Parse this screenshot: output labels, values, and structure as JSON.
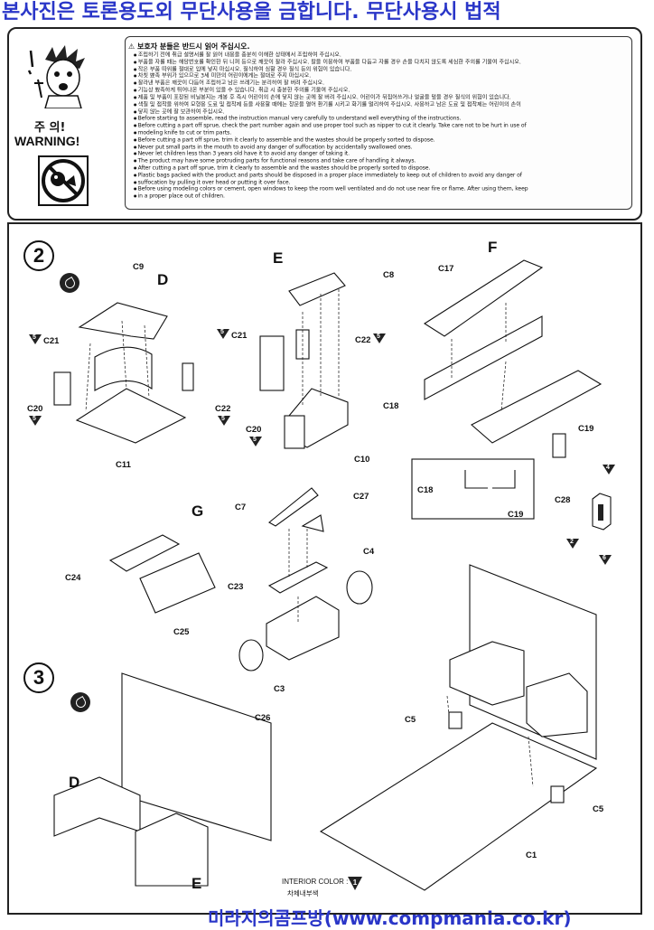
{
  "banner": {
    "text": "본사진은 토론용도외 무단사용을 금합니다. 무단사용시 법적"
  },
  "warning_panel": {
    "heading": "보호자 분들은 반드시 읽어 주십시오.",
    "juui": "주 의!",
    "warning": "WARNING!",
    "korean_lines": [
      "조립하기 전에 취급 설명서를 잘 읽어 내용을 충분히 이해한 상태에서 조립하여 주십시오.",
      "부품을 자를 때는 해당번호를 확인한 뒤 니퍼 등으로 깨끗이 잘라 주십시오.  칼을 이용하여 부품을 다듬고 자를 경우 손을 다치지 않도록 세심한 주의를 기울여 주십시오.",
      "작은 부품 따위를 절대로 입에 넣지 마십시오. 질식하여 심할 경우 질식 등의 위험이 있습니다.",
      "차칫 뾰족 부위가 있으므로 3세 미만의 어린이에게는 절대로 주지 마십시오.",
      "잘라낸 부품은 깨끗이 다듬어 조립하고 남은 쓰레기는 분리하여 잘 버려 주십시오.",
      "기능상 뾰족하게 튀어나온 부분이 있을 수 있습니다. 취급 시 충분한 주의를 기울여 주십시오.",
      "제품 및 부품이 포장된 비닐봉지는 개봉 후 즉시 어린이의 손에 닿지 않는 곳에 잘 버려 주십시오. 어린이가 뒤집어쓰거나 얼굴을 덮을 경우 질식의 위험이 있습니다.",
      "색칠 및 접착을 위하여 모형용 도료 및 접착제 등을 사용할 때에는 창문을 열어 환기를 시키고 화기를 멀리하여 주십시오.  사용하고 남은 도료 및 접착제는 어린이의 손이",
      "닿지 않는 곳에 잘 보관하여 주십시오."
    ],
    "english_lines": [
      "Before starting to assemble, read the instruction manual very carefully to understand well everything of the instructions.",
      "Before cutting a part off sprue, check the part number again and use proper tool such as nipper to cut it clearly. Take care not to be hurt in use of",
      "modeling knife to cut or trim parts.",
      "Before cutting a part off sprue, trim it clearly to assemble and the wastes should be properly sorted to dispose.",
      "Never put small parts in the mouth to avoid any danger of suffocation by accidentally swallowed ones.",
      "Never let children less than 3 years old have it to avoid any danger of taking it.",
      "The product may have some protruding parts for functional reasons and take care of handling it always.",
      "After cutting a part off sprue, trim it clearly to assemble and  the wastes should be properly sorted to dispose.",
      "Plastic bags packed with the product and parts should be disposed in a proper place immediately to keep out of children to avoid any danger of",
      "suffocation by pulling it over head or putting it over face.",
      "Before using modeling colors or cement, open windows to keep the room well ventilated and do not use near fire or flame. After using them, keep",
      "in a proper place out of children."
    ]
  },
  "steps": {
    "step2": {
      "number": "2"
    },
    "step3": {
      "number": "3"
    }
  },
  "assemblies": {
    "D": "D",
    "E": "E",
    "F": "F",
    "G": "G",
    "D3": "D",
    "E3": "E"
  },
  "parts": {
    "C9": "C9",
    "C21a": "C21",
    "C20a": "C20",
    "C11": "C11",
    "C22a": "C22",
    "C8": "C8",
    "C21b": "C21",
    "C22b": "C22",
    "C20b": "C20",
    "C10": "C10",
    "C17": "C17",
    "C18a": "C18",
    "C19a": "C19",
    "C18b": "C18",
    "C19b": "C19",
    "C28": "C28",
    "C7": "C7",
    "C27": "C27",
    "C24": "C24",
    "C25": "C25",
    "C23": "C23",
    "C4": "C4",
    "C3": "C3",
    "C26": "C26",
    "C5a": "C5",
    "C5b": "C5",
    "C1": "C1"
  },
  "color_callouts": {
    "c21a": "5",
    "c20a": "5",
    "c22a": "5",
    "c21b": "5",
    "c22b": "5",
    "c20b": "5",
    "c28_top": "4",
    "c28_left": "2",
    "c28_bottom": "6"
  },
  "interior": {
    "label": "INTERIOR COLOR :",
    "korean": "차체내부색",
    "badge": "1"
  },
  "footer": {
    "text": "미라지의콤프방(www.compmania.co.kr)"
  },
  "colors": {
    "banner": "#2a36c8",
    "ink": "#111111"
  }
}
